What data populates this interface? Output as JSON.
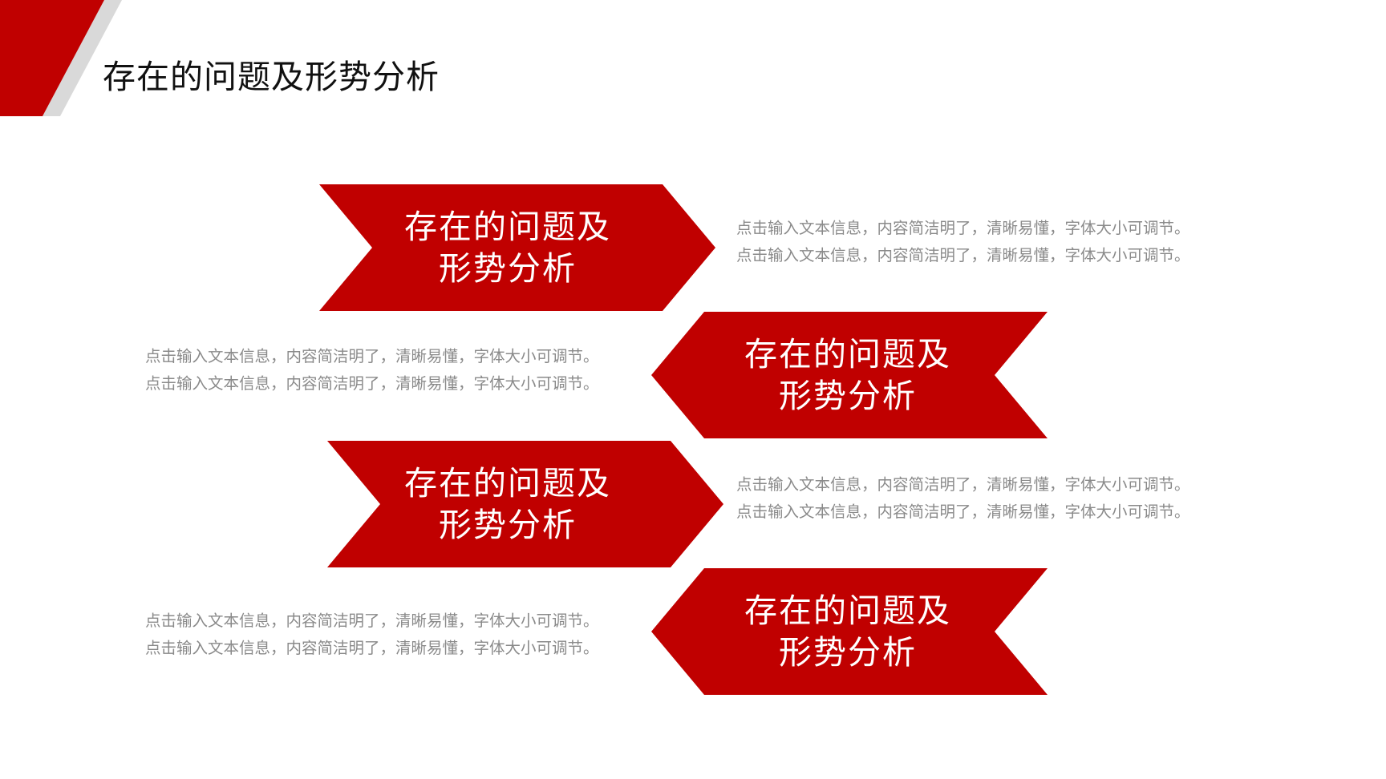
{
  "header": {
    "title": "存在的问题及形势分析"
  },
  "colors": {
    "accent": "#c00000",
    "accent_gray": "#d9d9d9",
    "text_dark": "#111111",
    "text_muted": "#8a8a8a"
  },
  "items": [
    {
      "direction": "right",
      "label_line1": "存在的问题及",
      "label_line2": "形势分析",
      "desc_line1": "点击输入文本信息，内容简洁明了，清晰易懂，字体大小可调节。",
      "desc_line2": "点击输入文本信息，内容简洁明了，清晰易懂，字体大小可调节。"
    },
    {
      "direction": "left",
      "label_line1": "存在的问题及",
      "label_line2": "形势分析",
      "desc_line1": "点击输入文本信息，内容简洁明了，清晰易懂，字体大小可调节。",
      "desc_line2": "点击输入文本信息，内容简洁明了，清晰易懂，字体大小可调节。"
    },
    {
      "direction": "right",
      "label_line1": "存在的问题及",
      "label_line2": "形势分析",
      "desc_line1": "点击输入文本信息，内容简洁明了，清晰易懂，字体大小可调节。",
      "desc_line2": "点击输入文本信息，内容简洁明了，清晰易懂，字体大小可调节。"
    },
    {
      "direction": "left",
      "label_line1": "存在的问题及",
      "label_line2": "形势分析",
      "desc_line1": "点击输入文本信息，内容简洁明了，清晰易懂，字体大小可调节。",
      "desc_line2": "点击输入文本信息，内容简洁明了，清晰易懂，字体大小可调节。"
    }
  ]
}
